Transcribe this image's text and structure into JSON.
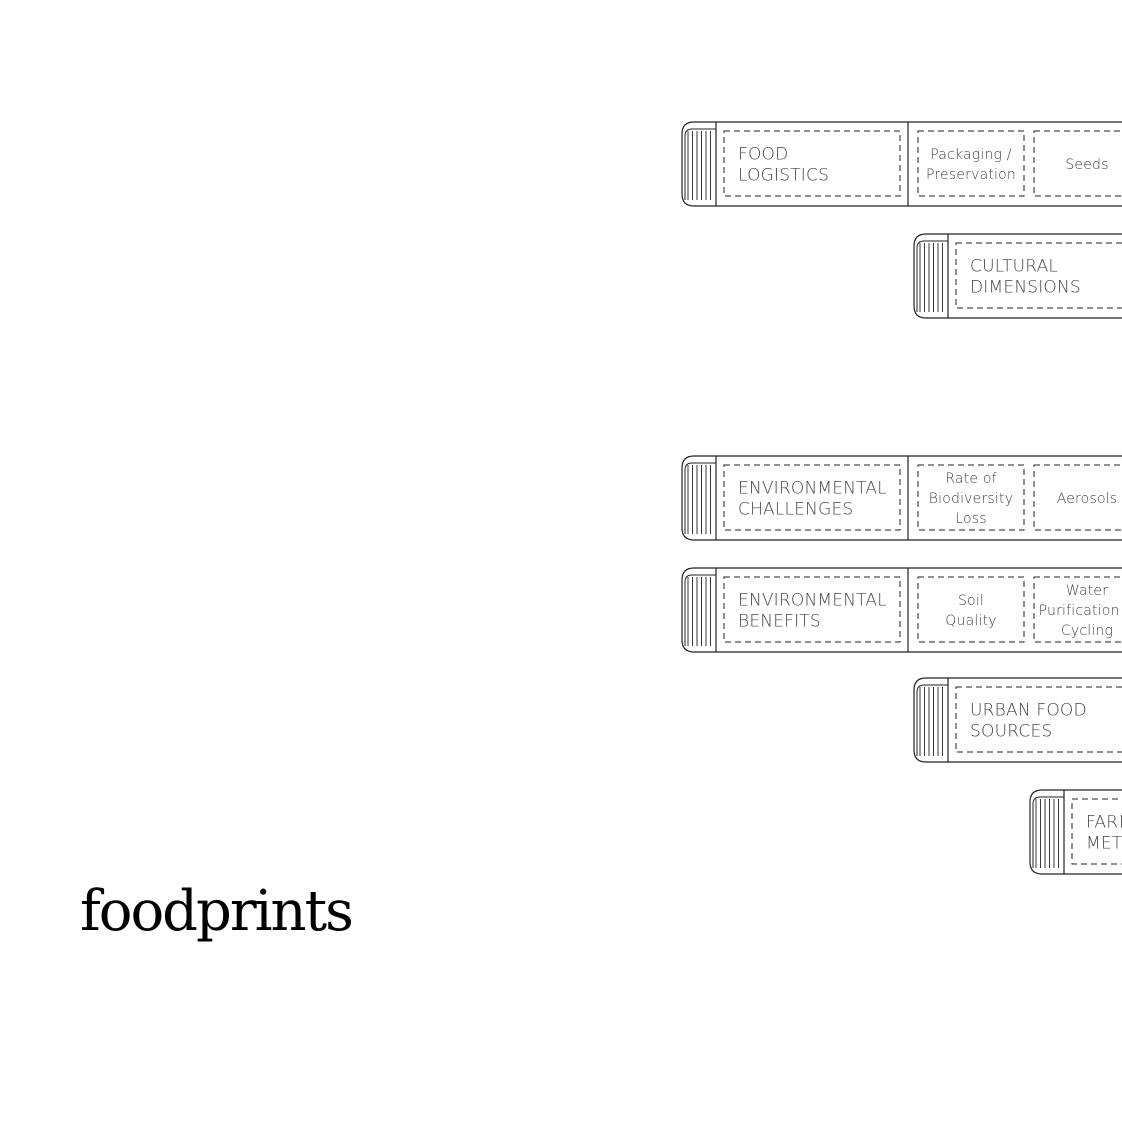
{
  "wordmark": {
    "light": "food",
    "bold": "prints"
  },
  "palette": {
    "line": "#222222",
    "text": "#444444",
    "background": "#ffffff"
  },
  "categories": [
    {
      "title": [
        "FOOD",
        "LOGISTICS"
      ],
      "items": [
        [
          "Packaging /",
          "Preservation"
        ],
        [
          "Seeds"
        ]
      ]
    },
    {
      "title": [
        "CULTURAL",
        "DIMENSIONS"
      ],
      "items": []
    },
    {
      "title": [
        "ENVIRONMENTAL",
        "CHALLENGES"
      ],
      "items": [
        [
          "Rate of",
          "Biodiversity",
          "Loss"
        ],
        [
          "Aerosols"
        ]
      ]
    },
    {
      "title": [
        "ENVIRONMENTAL",
        "BENEFITS"
      ],
      "items": [
        [
          "Soil",
          "Quality"
        ],
        [
          "Water",
          "Purification &",
          "Cycling"
        ]
      ]
    },
    {
      "title": [
        "URBAN FOOD",
        "SOURCES"
      ],
      "items": []
    },
    {
      "title": [
        "FARM",
        "METH"
      ],
      "items": []
    }
  ]
}
